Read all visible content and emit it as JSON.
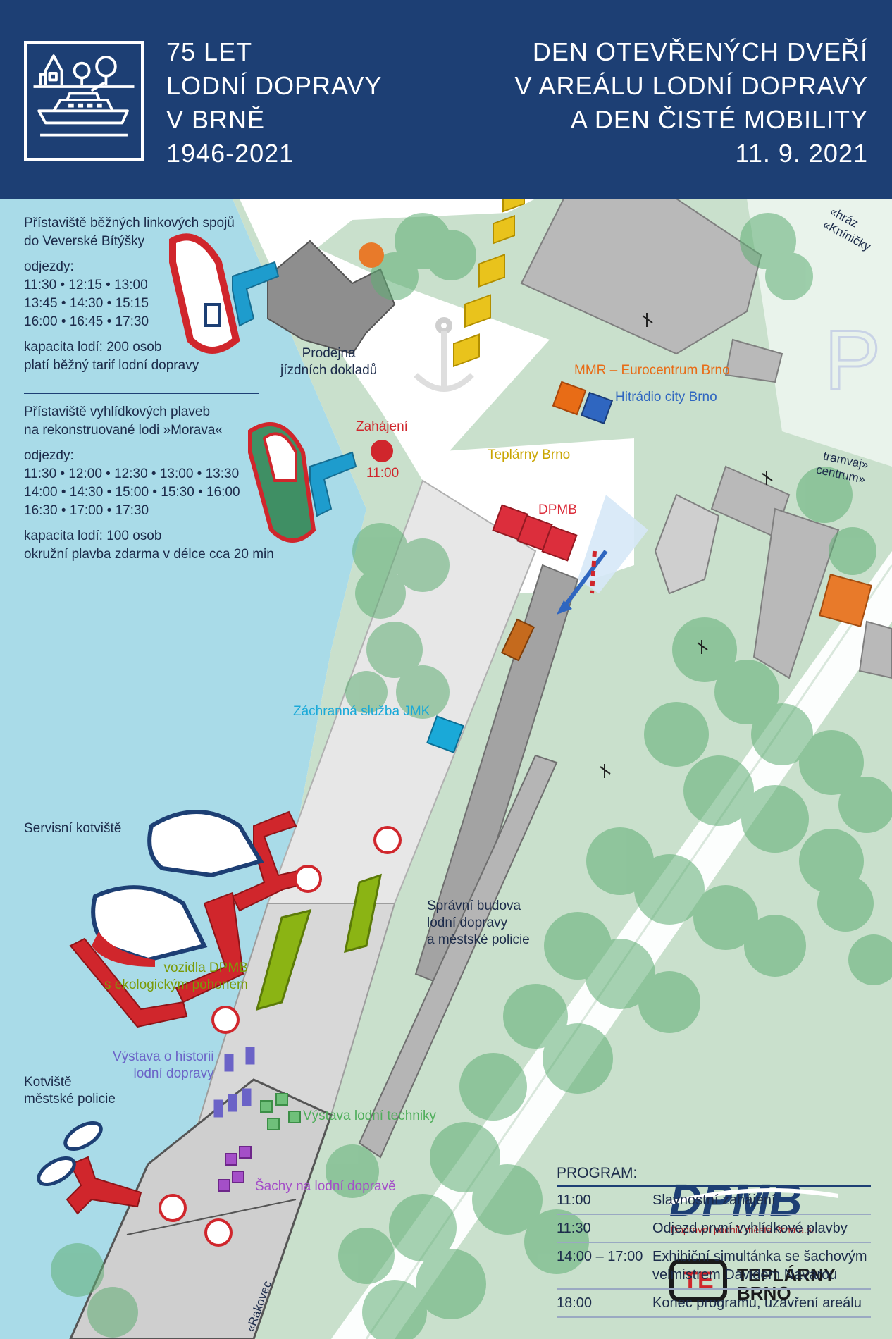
{
  "header": {
    "left_lines": [
      "75 LET",
      "LODNÍ DOPRAVY",
      "V BRNĚ",
      "1946-2021"
    ],
    "right_lines": [
      "DEN OTEVŘENÝCH DVEŘÍ",
      "V AREÁLU LODNÍ DOPRAVY",
      "A DEN ČISTÉ MOBILITY",
      "11. 9. 2021"
    ]
  },
  "colors": {
    "header_bg": "#1d3f74",
    "water": "#a9dbe8",
    "green": "#c9e0cc",
    "tree": "#5fae74",
    "pier_blue": "#1e9ccd",
    "pier_red": "#d0262c",
    "mmr": "#e86c16",
    "hitradio": "#2f66c0",
    "teplarny": "#e9c31c",
    "dpmb": "#dc2e3c",
    "zachranna": "#1aa9d8",
    "vozidla": "#8bb414",
    "vystava_hist": "#6b63c7",
    "vystava_tech": "#4fae5b",
    "sachy": "#a44fc8"
  },
  "info_regular": {
    "title": [
      "Přístaviště běžných linkových spojů",
      "do Veverské Bítýšky"
    ],
    "departures_label": "odjezdy:",
    "departures": [
      "11:30 • 12:15 • 13:00",
      "13:45 • 14:30 • 15:15",
      "16:00 • 16:45 • 17:30"
    ],
    "notes": [
      "kapacita lodí: 200 osob",
      "platí běžný tarif lodní dopravy"
    ]
  },
  "info_scenic": {
    "title": [
      "Přístaviště vyhlídkových plaveb",
      "na rekonstruované lodi »Morava«"
    ],
    "departures_label": "odjezdy:",
    "departures": [
      "11:30 • 12:00 • 12:30 • 13:00 • 13:30",
      "14:00 • 14:30 • 15:00 • 15:30 • 16:00",
      "16:30 • 17:00 • 17:30"
    ],
    "notes": [
      "kapacita lodí: 100 osob",
      "okružní plavba zdarma v délce cca 20 min"
    ]
  },
  "map_labels": {
    "prodejna": [
      "Prodejna",
      "jízdních dokladů"
    ],
    "zahajeni": "Zahájení",
    "zahajeni_time": "11:00",
    "mmr": "MMR – Eurocentrum Brno",
    "hitradio": "Hitrádio city Brno",
    "teplarny": "Teplárny Brno",
    "dpmb": "DPMB",
    "zachranna": "Záchranná služba JMK",
    "servisni": "Servisní kotviště",
    "vozidla": [
      "vozidla DPMB",
      "s ekologickým pohonem"
    ],
    "spravni": [
      "Správní budova",
      "lodní dopravy",
      "a městské policie"
    ],
    "vystava_hist": [
      "Výstava o historii",
      "lodní dopravy"
    ],
    "kotviste_policie": [
      "Kotviště",
      "městské policie"
    ],
    "vystava_tech": "Výstava lodní techniky",
    "sachy": "Šachy na lodní dopravě",
    "hraz": [
      "«hráz",
      "«Kníničky"
    ],
    "tramvaj": [
      "tramvaj»",
      "centrum»"
    ],
    "rakovec": "«Rakovec",
    "parking": "P"
  },
  "logos": {
    "dpmb_mark": "DPMB",
    "dpmb_sub": "Dopravní podnik města Brna a.s.",
    "teplarny_mark": "TE",
    "teplarny_name": [
      "TEPLÁRNY",
      "BRNO"
    ]
  },
  "program": {
    "title": "PROGRAM:",
    "items": [
      {
        "time": "11:00",
        "desc": "Slavnostní zahájení"
      },
      {
        "time": "11:30",
        "desc": "Odjezd první vyhlídkové plavby"
      },
      {
        "time": "14:00 – 17:00",
        "desc": "Exhibiční simultánka se šachovým velmistrem Davidem Navarou"
      },
      {
        "time": "18:00",
        "desc": "Konec programu, uzavření areálu"
      }
    ]
  }
}
